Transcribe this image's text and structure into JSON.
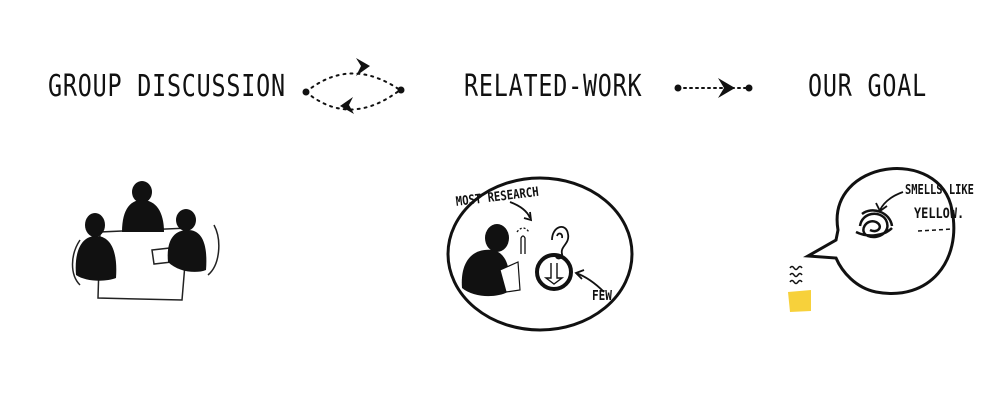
{
  "steps": [
    {
      "label": "GROUP DISCUSSION"
    },
    {
      "label": "RELATED-WORK"
    },
    {
      "label": "OUR GOAL"
    }
  ],
  "annotations": {
    "most_research": "MOST RESEARCH",
    "few": "FEW",
    "smells_like_line1": "SMELLS LIKE",
    "smells_like_line2": "YELLOW."
  },
  "colors": {
    "ink": "#111111",
    "accent_yellow": "#F7D13B"
  },
  "icons": [
    "bidirectional-arrow-icon",
    "right-arrow-icon",
    "ear-icon",
    "pointing-finger-icon",
    "nose-icon",
    "steam-icon",
    "yellow-object-icon"
  ]
}
